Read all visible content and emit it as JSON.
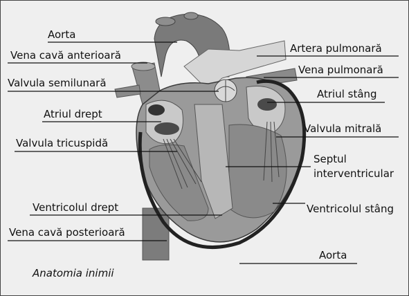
{
  "labels": {
    "aorta_top": "Aorta",
    "vena_cava_anterioara": "Vena cavă anterioară",
    "valvula_semilunara": "Valvula semilunară",
    "atriul_drept": "Atriul drept",
    "valvula_tricuspida": "Valvula tricuspidă",
    "ventricolul_drept": "Ventricolul drept",
    "vena_cava_posterioara": "Vena cavă posterioară",
    "artera_pulmonara": "Artera pulmonară",
    "vena_pulmonara": "Vena pulmonară",
    "atriul_stang": "Atriul stâng",
    "valvula_mitrala": "Valvula mitrală",
    "septul_line1": "Septul",
    "septul_line2": "interventricular",
    "ventricolul_stang": "Ventricolul stâng",
    "aorta_bottom": "Aorta"
  },
  "caption": "Anatomia inimii",
  "colors": {
    "background": "#efefef",
    "heart_dark": "#7c7c7c",
    "heart_mid": "#9a9a9a",
    "heart_light": "#c9c9c9",
    "outline": "#2a2a2a"
  }
}
